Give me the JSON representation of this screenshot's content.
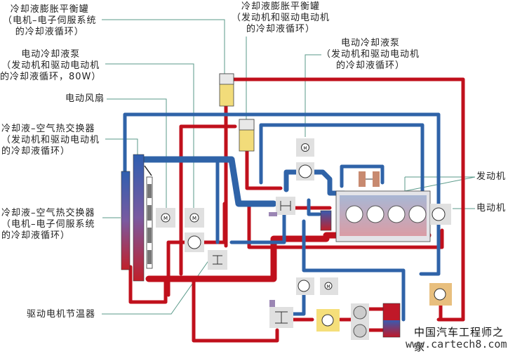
{
  "colors": {
    "hot": "#c0101c",
    "cold": "#2f63a8",
    "leader": "#5a9a8a",
    "component_gray": "#e0e0e0",
    "tank_yellow": "#f2dc7a",
    "valve_yellow": "#f5df7a",
    "sensor_tan": "#e8bf7e"
  },
  "labels": {
    "exp_tank_motor": [
      "冷却液膨胀平衡罐",
      "（电机–电子伺服系统",
      "的冷却液循环）"
    ],
    "pump_80w": [
      "电动冷却液泵",
      "（发动机和驱动电动机",
      "的冷却液循环，80W）"
    ],
    "fan": [
      "电动风扇"
    ],
    "hx_engine": [
      "冷却液–空气热交换器",
      "（发动机和驱动电动机",
      "的冷却液循环）"
    ],
    "hx_motor": [
      "冷却液–空气热交换器",
      "（电机–电子伺服系统",
      "的冷却液循环）"
    ],
    "thermostat": [
      "驱动电机节温器"
    ],
    "exp_tank_engine": [
      "冷却液膨胀平衡罐",
      "（发动机和驱动电动机",
      "的冷却液循环）"
    ],
    "pump_engine": [
      "电动冷却液泵",
      "（发动机和驱动电动机",
      "的冷却液循环）"
    ],
    "engine": [
      "发动机"
    ],
    "motor": [
      "电动机"
    ]
  },
  "watermark": {
    "line1": "中国汽车工程师之家",
    "line2": "www.cartech8.com"
  },
  "icons": {
    "motor_symbol": "M",
    "tank": "expansion-tank",
    "pump": "pump-circle",
    "thermostat": "thermostat-valve",
    "heat_exchanger": "radiator-core",
    "sensor": "transistor-sensor"
  }
}
